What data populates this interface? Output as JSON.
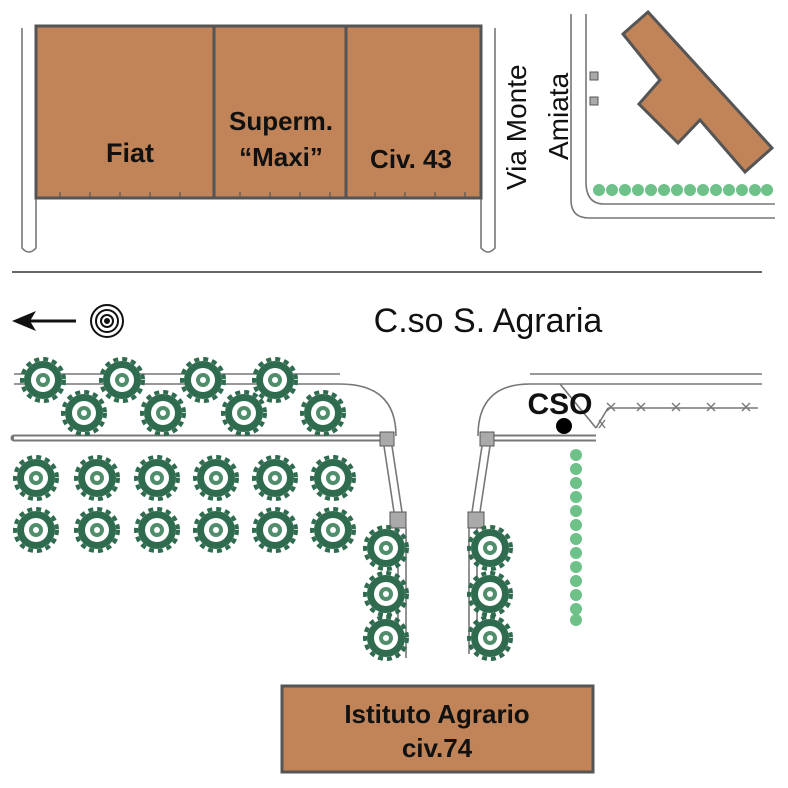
{
  "colors": {
    "building": "#c08458",
    "tree_dark": "#2f6b4f",
    "hedge_light": "#6dc189",
    "cso_dot": "#000000",
    "fence": "#777777"
  },
  "buildings": {
    "fiat": "Fiat",
    "superm_line1": "Superm.",
    "superm_line2": "“Maxi”",
    "civ43": "Civ. 43",
    "istituto_line1": "Istituto Agrario",
    "istituto_line2": "civ.74"
  },
  "streets": {
    "via_monte": "Via Monte",
    "amiata": "Amiata",
    "corso": "C.so S. Agraria"
  },
  "markers": {
    "cso_label": "CSO",
    "direction_arrow": "arrow-left-icon",
    "target_symbol": "concentric-circles-icon"
  }
}
